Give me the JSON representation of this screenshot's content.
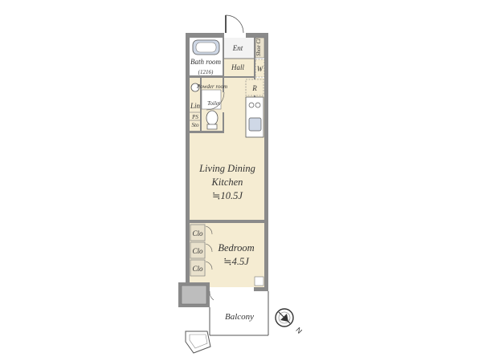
{
  "colors": {
    "wall": "#8a8a8a",
    "wall_dark": "#6f6f6f",
    "floor_wood": "#f5ecd2",
    "floor_wet": "#ffffff",
    "balcony_floor": "#ffffff",
    "tile": "#cfd8e6",
    "line": "#555555"
  },
  "rooms": {
    "entrance": "Ent",
    "shoe_closet": "Shoe Cl",
    "hall": "Hall",
    "wardrobe": "W",
    "refrigerator": "R",
    "bathroom": "Bath room",
    "bathroom_size": "(1216)",
    "powder_room": "Powder room",
    "toilet": "Toilet",
    "linen": "Lin",
    "ps": "PS",
    "storage": "Sto",
    "ldk_line1": "Living Dining",
    "ldk_line2": "Kitchen",
    "ldk_size": "≒10.5J",
    "closet_1": "Clo",
    "closet_2": "Clo",
    "closet_3": "Clo",
    "bedroom": "Bedroom",
    "bedroom_size": "≒4.5J",
    "balcony": "Balcony"
  },
  "compass": {
    "north_label": "N",
    "icon": "compass-icon"
  }
}
